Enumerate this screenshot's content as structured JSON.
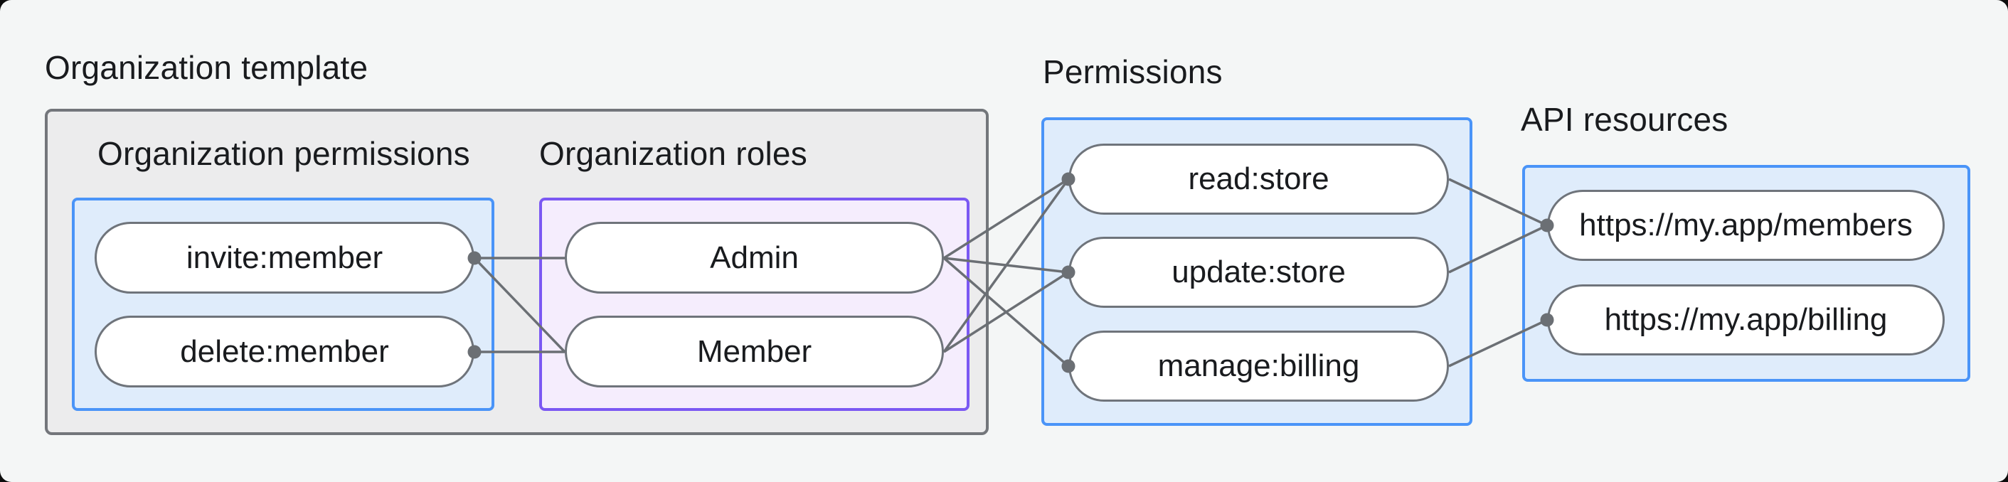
{
  "diagram": {
    "title": "Organization template",
    "groups": {
      "org_permissions": {
        "label": "Organization permissions"
      },
      "org_roles": {
        "label": "Organization roles"
      },
      "permissions": {
        "label": "Permissions"
      },
      "api_resources": {
        "label": "API resources"
      }
    },
    "nodes": {
      "invite_member": {
        "label": "invite:member"
      },
      "delete_member": {
        "label": "delete:member"
      },
      "admin": {
        "label": "Admin"
      },
      "member": {
        "label": "Member"
      },
      "read_store": {
        "label": "read:store"
      },
      "update_store": {
        "label": "update:store"
      },
      "manage_billing": {
        "label": "manage:billing"
      },
      "api_members": {
        "label": "https://my.app/members"
      },
      "api_billing": {
        "label": "https://my.app/billing"
      }
    },
    "edges": [
      {
        "from": "invite_member",
        "to": "admin"
      },
      {
        "from": "invite_member",
        "to": "member"
      },
      {
        "from": "delete_member",
        "to": "member"
      },
      {
        "from": "admin",
        "to": "read_store"
      },
      {
        "from": "admin",
        "to": "update_store"
      },
      {
        "from": "admin",
        "to": "manage_billing"
      },
      {
        "from": "member",
        "to": "read_store"
      },
      {
        "from": "member",
        "to": "update_store"
      },
      {
        "from": "read_store",
        "to": "api_members"
      },
      {
        "from": "update_store",
        "to": "api_members"
      },
      {
        "from": "manage_billing",
        "to": "api_billing"
      }
    ],
    "colors": {
      "backdrop": "#0c0c0c",
      "page_bg": "#f4f6f6",
      "outer_box_bg": "#ececed",
      "outer_box_border": "#73767b",
      "blue_box_bg": "#dfecfb",
      "blue_box_border": "#4a94f8",
      "purple_box_bg": "#f5edfd",
      "purple_box_border": "#7b58f3",
      "node_bg": "#ffffff",
      "node_border": "#6f747b",
      "connector": "#6b6f74",
      "text": "#191b1e"
    }
  }
}
